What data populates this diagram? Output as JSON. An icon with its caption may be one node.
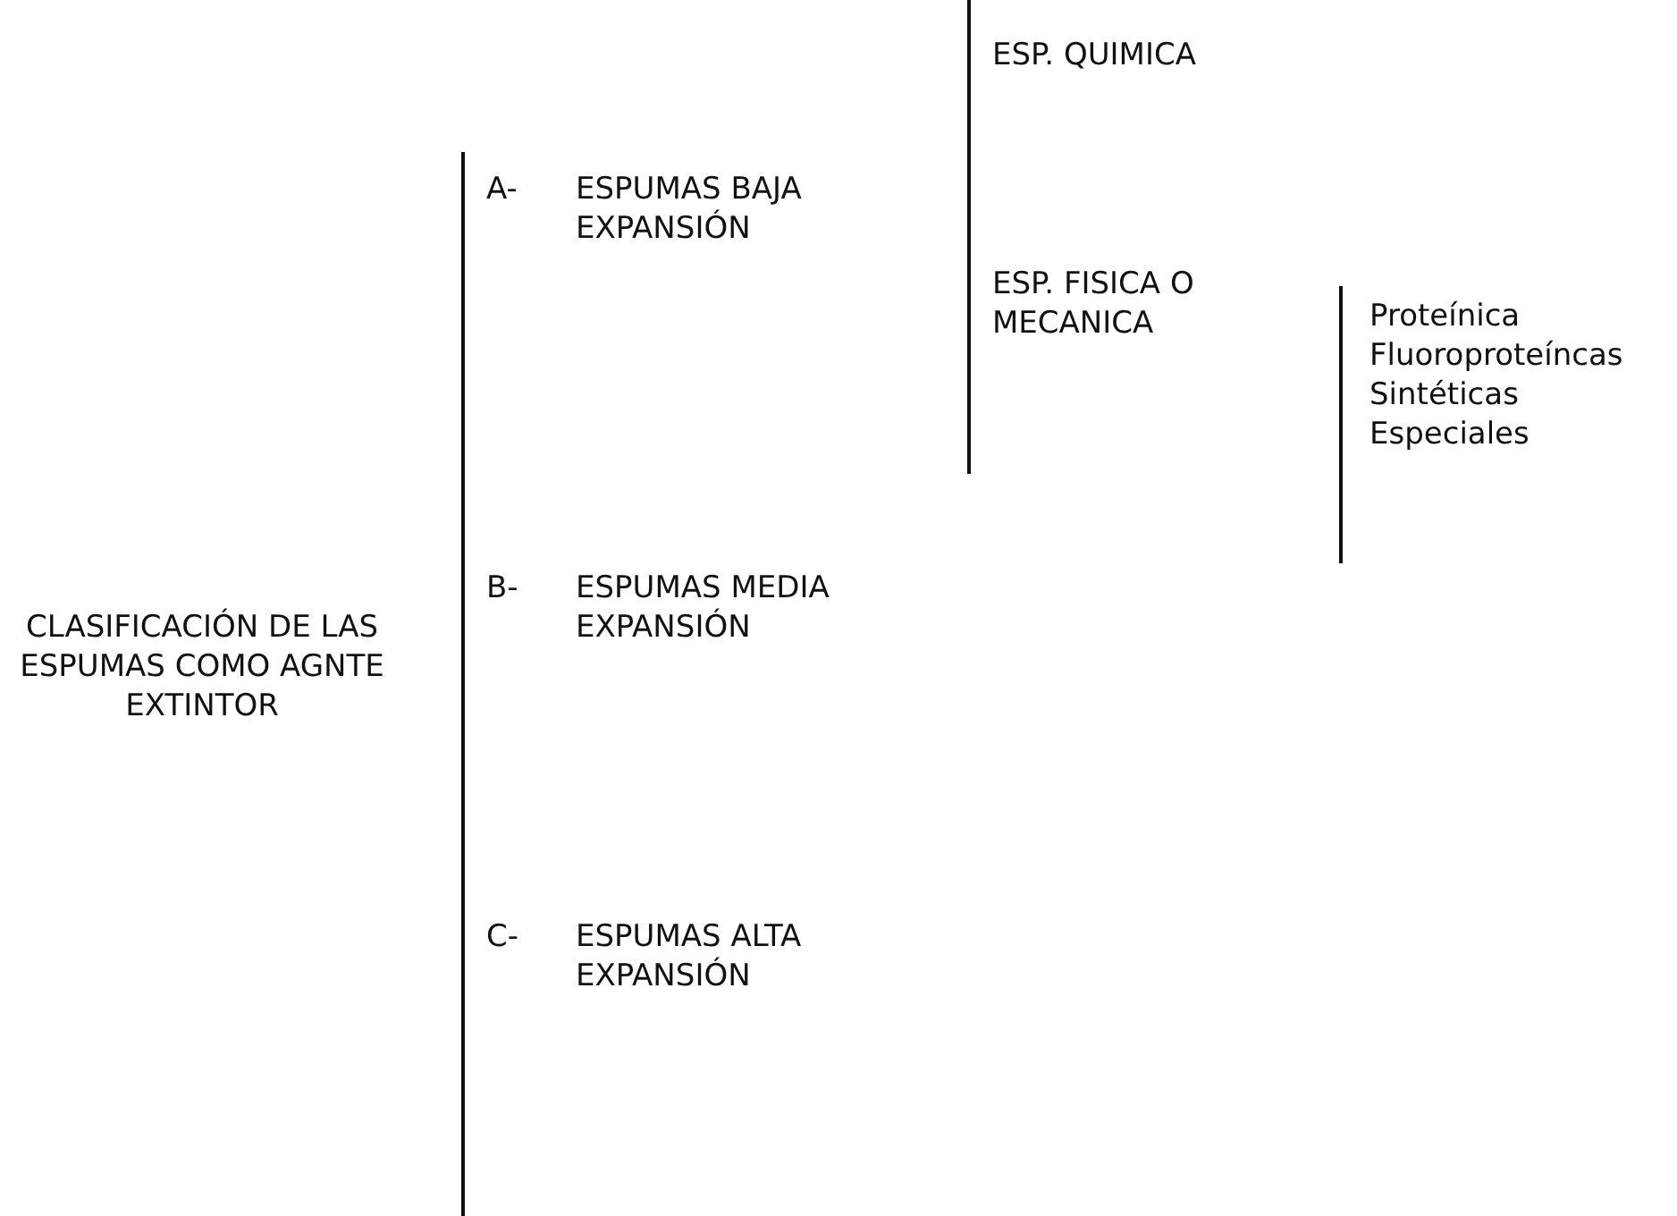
{
  "diagram": {
    "labels": [
      "CLASIFICACIÓN DE LAS ESPUMAS COMO AGNTE EXTINTOR",
      "A-",
      "ESPUMAS BAJA EXPANSIÓN",
      "ESP. QUIMICA",
      "ESP. FISICA O MECANICA",
      "Proteínica Fluoroproteíncas Sintéticas Especiales",
      "B-",
      "ESPUMAS MEDIA EXPANSIÓN",
      "C-",
      "ESPUMAS ALTA EXPANSIÓN"
    ]
  }
}
